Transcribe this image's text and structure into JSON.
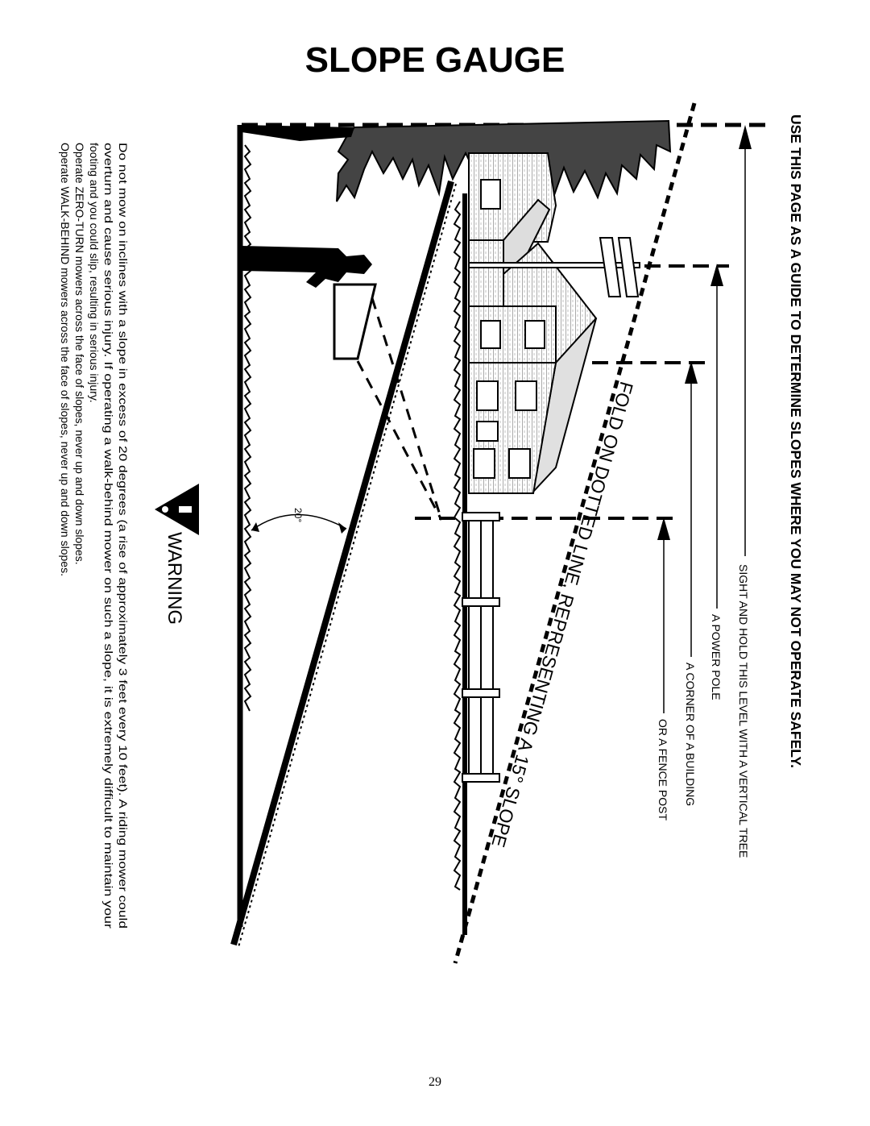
{
  "page": {
    "title": "SLOPE GAUGE",
    "page_number": "29"
  },
  "guide": {
    "heading": "USE THIS PAGE AS A GUIDE TO DETERMINE SLOPES WHERE YOU MAY NOT OPERATE SAFELY.",
    "sight_lines": [
      "SIGHT AND HOLD THIS LEVEL WITH A VERTICAL TREE",
      "A POWER POLE",
      "A CORNER OF A BUILDING",
      "OR A FENCE POST"
    ],
    "fold_label": "FOLD ON DOTTED LINE, REPRESENTING A 15° SLOPE"
  },
  "warning": {
    "label": "WARNING",
    "angle_label": "20°",
    "text_lines": [
      "Do not mow on inclines with a slope in excess of 20 degrees (a rise of approximately 3 feet every 10 feet).  A riding mower could",
      "overturn and cause serious injury.  If operating a walk-behind mower on such a slope, it is extremely difficult to maintain your",
      "footing and you could slip, resulting in serious injury.",
      "Operate ZERO-TURN mowers across the face of slopes, never up and down slopes.",
      "Operate WALK-BEHIND mowers across the face of slopes, never up and down slopes."
    ]
  }
}
